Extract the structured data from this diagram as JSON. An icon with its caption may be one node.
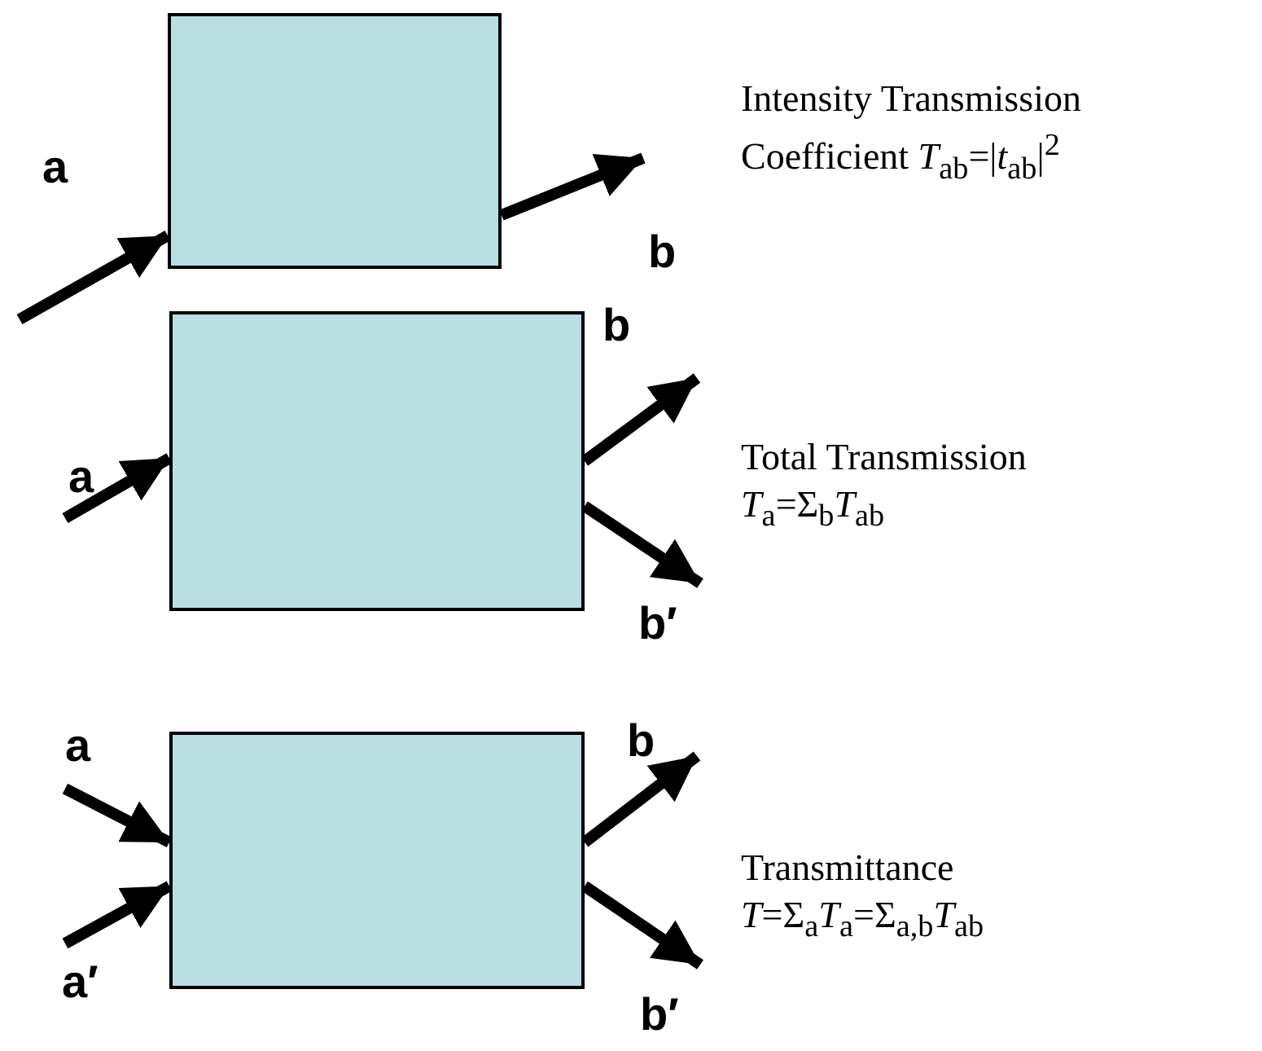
{
  "diagram": {
    "nodes": [
      {
        "text": [],
        "shape": "box"
      },
      {
        "text": [],
        "shape": "box"
      },
      {
        "text": [],
        "shape": "box"
      }
    ],
    "edges": [
      {
        "from": null,
        "to": 0,
        "arrow": "to",
        "label": "a"
      },
      {
        "from": 0,
        "to": null,
        "arrow": "to",
        "label": "b"
      },
      {
        "from": null,
        "to": 1,
        "arrow": "to",
        "label": "a"
      },
      {
        "from": 1,
        "to": null,
        "arrow": "to",
        "label": "b"
      },
      {
        "from": 1,
        "to": null,
        "arrow": "to",
        "label": "b′"
      },
      {
        "from": null,
        "to": 2,
        "arrow": "to",
        "label": "a"
      },
      {
        "from": null,
        "to": 2,
        "arrow": "to",
        "label": "a′"
      },
      {
        "from": 2,
        "to": null,
        "arrow": "to",
        "label": "b"
      },
      {
        "from": 2,
        "to": null,
        "arrow": "to",
        "label": "b′"
      }
    ],
    "labels": [
      "Intensity Transmission Coefficient *T*$_{ab}$=|*t*$_{ab}$|$^{2}$",
      "Total Transmission *T*$_{a}$=Σ$_{b}$*T*$_{ab}$",
      "Transmittance *T*=Σ$_{a}$*T*$_{a}$=Σ$_{a,b}$*T*$_{ab}$"
    ]
  }
}
